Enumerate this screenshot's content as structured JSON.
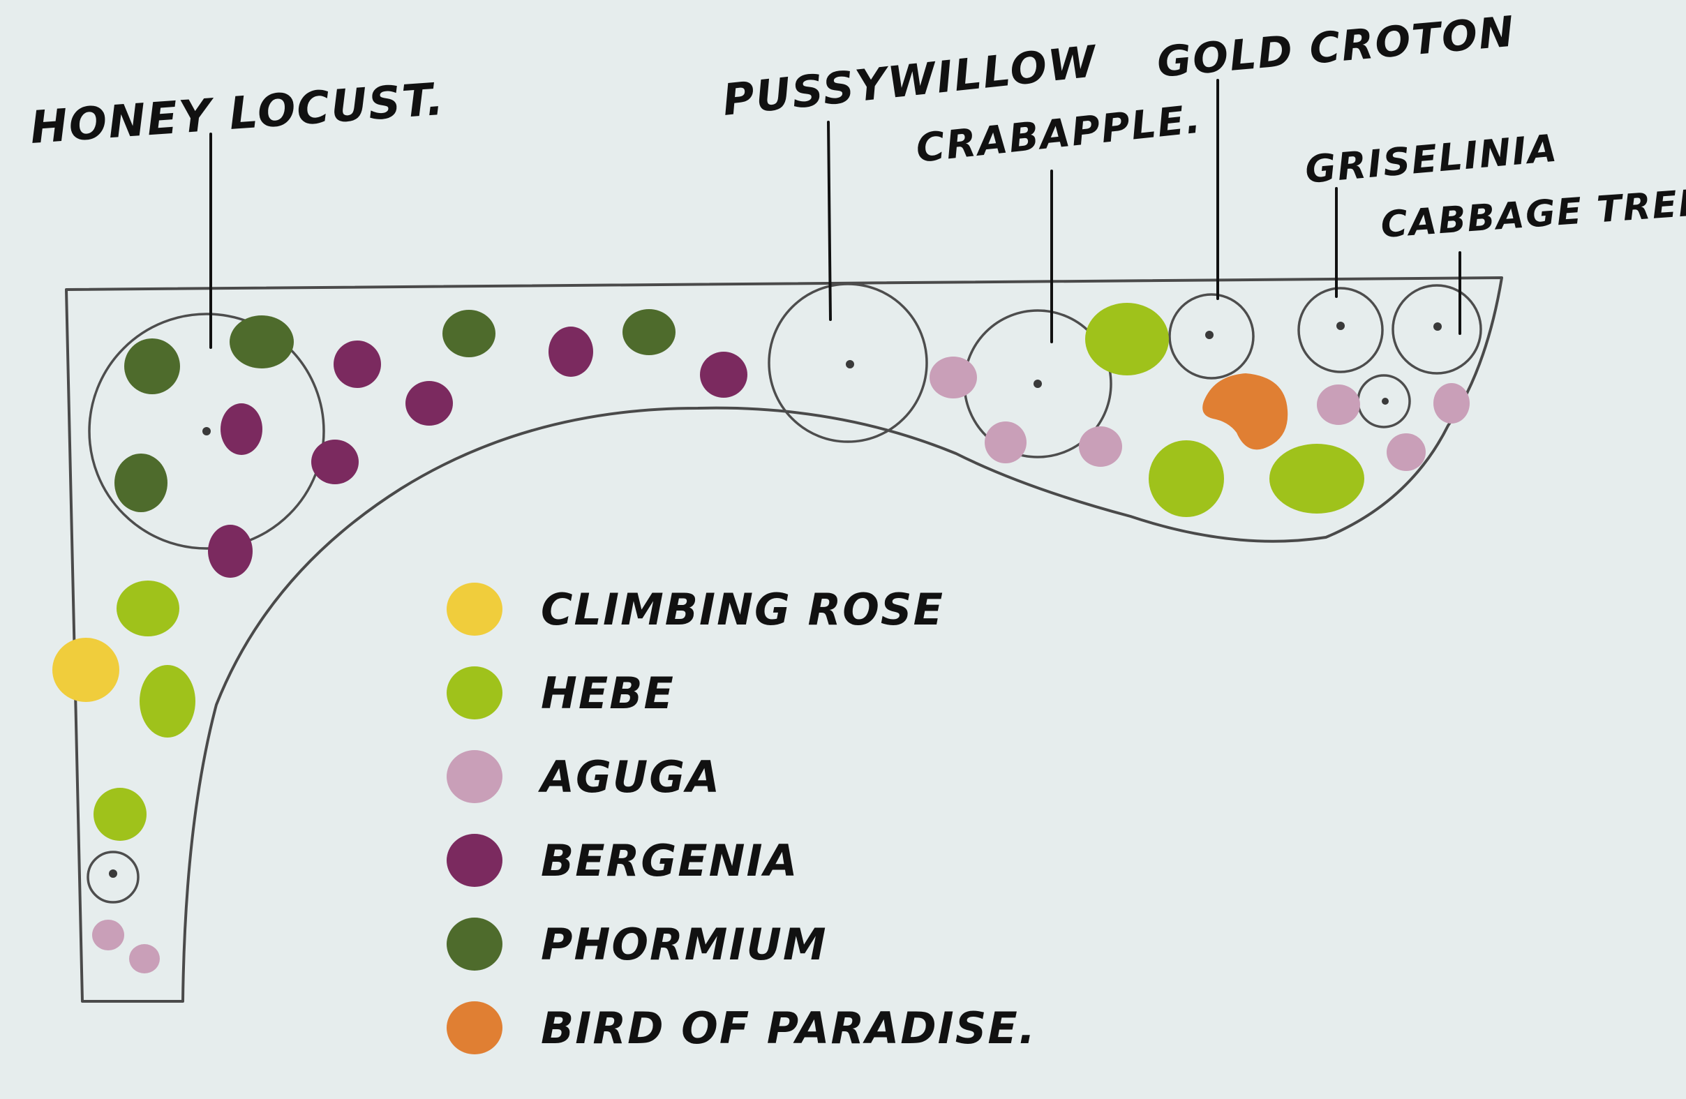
{
  "trees": {
    "honey_locust": "HONEY LOCUST.",
    "pussy_willow": "PUSSYWILLOW",
    "crab_apple": "CRABAPPLE.",
    "gold_croton": "GOLD CROTON",
    "griselinia": "GRISELINIA",
    "cabbage_tree": "CABBAGE TREE"
  },
  "legend": {
    "items": [
      {
        "label": "CLIMBING ROSE",
        "color": "#f0cd3c"
      },
      {
        "label": "HEBE",
        "color": "#9fc21b"
      },
      {
        "label": "AGUGA",
        "color": "#c99fb8"
      },
      {
        "label": "BERGENIA",
        "color": "#7b2a5f"
      },
      {
        "label": "PHORMIUM",
        "color": "#4e6b2c"
      },
      {
        "label": "BIRD OF PARADISE.",
        "color": "#e07f33"
      }
    ]
  },
  "colors": {
    "background": "#e6eded",
    "climbing_rose": "#f0cd3c",
    "hebe": "#9fc21b",
    "aguga": "#c99fb8",
    "bergenia": "#7b2a5f",
    "phormium": "#4e6b2c",
    "bird_of_paradise": "#e07f33"
  }
}
